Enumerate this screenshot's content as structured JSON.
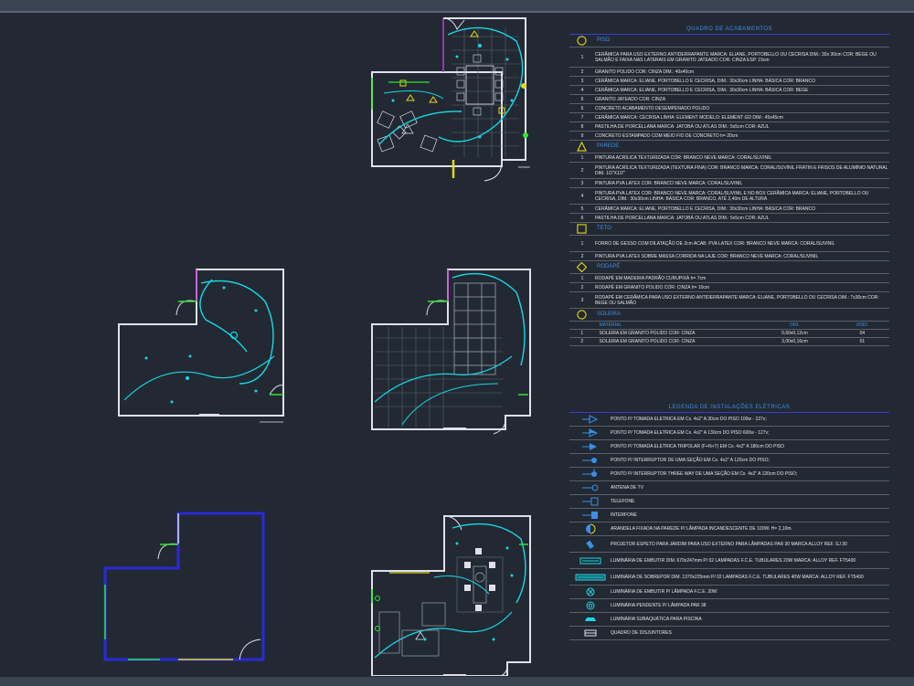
{
  "legend_materials": {
    "title": "QUADRO DE ACABAMENTOS",
    "piso": {
      "label": "PISO",
      "items": [
        {
          "n": "1",
          "text": "CERÂMICA PARA USO EXTERNO ANTIDERRAPANTE MARCA: ELIANE, PORTOBELLO OU CECRISA DIM.: 30x 30cm COR: BEGE OU SALMÃO E FAIXA NAS LATERAIS EM GRANITO JATEADO COR: CINZA ESP. 15cm"
        },
        {
          "n": "2",
          "text": "GRANITO POLIDO COR: CINZA DIM.: 40x40cm"
        },
        {
          "n": "3",
          "text": "CERÂMICA MARCA: ELIANE, PORTOBELLO E CECRISA, DIM.: 30x30cm LINHA: BÁSICA COR: BRANCO"
        },
        {
          "n": "4",
          "text": "CERÂMICA MARCA: ELIANE, PORTOBELLO E CECRISA, DIM.: 30x30cm LINHA: BÁSICA COR: BEGE"
        },
        {
          "n": "5",
          "text": "GRANITO JATEADO COR: CINZA"
        },
        {
          "n": "6",
          "text": "CONCRETO ACABAMENTO DESEMPENADO POLIDO"
        },
        {
          "n": "7",
          "text": "CERÂMICA MARCA: CECRISA LINHA: ELEMENT MODELO: ELEMENT GD DIM.: 45x45cm"
        },
        {
          "n": "8",
          "text": "PASTILHA DE PORCELLANA MARCA: JATOBÁ OU ATLAS DIM.: 5x5cm COR: AZUL"
        },
        {
          "n": "9",
          "text": "CONCRETO ESTAMPADO COM MEIO FIO DE CONCRETO h= 20cm"
        }
      ]
    },
    "parede": {
      "label": "PAREDE",
      "items": [
        {
          "n": "1",
          "text": "PINTURA ACRÍLICA TEXTURIZADA COR: BRANCO NEVE MARCA: CORAL/SUVINIL"
        },
        {
          "n": "2",
          "text": "PINTURA ACRÍLICA TEXTURIZADA (TEXTURA FINA) COR: BRANCO MARCA: CORAL/SUVINIL FRATIN E FRISOS DE ALUMÍNIO NATURAL DIM. 1/2\"X1/2\""
        },
        {
          "n": "3",
          "text": "PINTURA PVA LATEX COR: BRANCO NEVE MARCA: CORAL/SUVINIL"
        },
        {
          "n": "4",
          "text": "PINTURA PVA LATEX COR: BRANCO NEVE MARCA: CORAL/SUVINIL E NO BOX CERÂMICA MARCA: ELIANE, PORTOBELLO OU CECRISA, DIM.: 30x30cm LINHA: BÁSICA COR: BRANCO, ATÉ 2,40m DE ALTURA"
        },
        {
          "n": "5",
          "text": "CERÂMICA MARCA: ELIANE, PORTOBELLO E CECRISA, DIM.: 30x30cm LINHA: BÁSICA COR: BRANCO"
        },
        {
          "n": "6",
          "text": "PASTILHA DE PORCELLANA MARCA: JATOBÁ OU ATLAS DIM.: 5x5cm COR: AZUL"
        }
      ]
    },
    "teto": {
      "label": "TETO",
      "items": [
        {
          "n": "1",
          "text": "FORRO DE GESSO COM DILATAÇÃO DE 2cm ACAB. PVA LATEX COR: BRANCO NEVE MARCA: CORAL/SUVINIL"
        },
        {
          "n": "2",
          "text": "PINTURA PVA LATEX SOBRE MASSA CORRIDA NA LAJE COR: BRANCO NEVE MARCA: CORAL/SUVINIL"
        }
      ]
    },
    "rodape": {
      "label": "RODAPÉ",
      "items": [
        {
          "n": "1",
          "text": "RODAPÉ EM MADEIRA PADRÃO CURUPIXÁ h= 7cm"
        },
        {
          "n": "2",
          "text": "RODAPÉ EM GRANITO POLIDO COR: CINZA h= 10cm"
        },
        {
          "n": "3",
          "text": "RODAPÉ EM CERÂMICA PARA USO EXTERNO ANTIDERRAPANTE MARCA: ELIANE, PORTOBELLO OU CECRISA DIM.: 7x30cm COR: BEGE OU SALMÃO"
        }
      ]
    },
    "soleira": {
      "label": "SOLEIRA",
      "headers": [
        "",
        "MATERIAL",
        "DIM.",
        "UNID."
      ],
      "rows": [
        {
          "n": "1",
          "material": "SOLEIRA EM GRANITO POLIDO COR: CINZA",
          "dim": "0,60x0,12cm",
          "unid": "04"
        },
        {
          "n": "2",
          "material": "SOLEIRA EM GRANITO POLIDO COR: CINZA",
          "dim": "3,00x0,16cm",
          "unid": "01"
        }
      ]
    }
  },
  "legend_electrical": {
    "title": "LEGENDA DE INSTALAÇÕES ELÉTRICAS",
    "items": [
      {
        "icon": "outlet-low-icon",
        "text": "PONTO P/ TOMADA ELETRICA EM Cx. 4x2\" A 30cm DO PISO 100w - 127v;"
      },
      {
        "icon": "outlet-mid-icon",
        "text": "PONTO P/ TOMADA ELETRICA EM Cx. 4x2\" A 130cm DO PISO 600w - 127v;"
      },
      {
        "icon": "outlet-triphase-icon",
        "text": "PONTO P/ TOMADA ELETRICA TRIPOLAR (F+N+T) EM Cx. 4x2\" A 180cm DO PISO"
      },
      {
        "icon": "switch-single-icon",
        "text": "PONTO P/ INTERRUPTOR DE UMA SEÇÃO EM Cx. 4x2\" A 120cm DO PISO;"
      },
      {
        "icon": "switch-three-way-icon",
        "text": "PONTO P/ INTERRUPTOR THREE WAY DE UMA SEÇÃO EM Cx. 4x2\" A 120cm DO PISO;"
      },
      {
        "icon": "tv-antenna-icon",
        "text": "ANTENA DE TV"
      },
      {
        "icon": "telephone-icon",
        "text": "TELEFONE"
      },
      {
        "icon": "intercom-icon",
        "text": "INTERFONE"
      },
      {
        "icon": "wall-sconce-icon",
        "text": "ARANDELA FIXADA NA PAREDE P/ LÂMPADA INCANDESCENTE DE 100W. H= 2,10m."
      },
      {
        "icon": "garden-spotlight-icon",
        "text": "PROJETOR ESPETO PARA JARDIM PARA USO EXTERNO PARA LÂMPADAS PAR 30 MARCA ALLOY REF. SJ 30"
      },
      {
        "icon": "recessed-luminaire-icon",
        "text": "LUMINÁRIA DE EMBUTIR DIM. 670x247mm P/ 02 LAMPADAS F.C.E. TUBULARES 20W MARCA: ALLOY REF. FT5400"
      },
      {
        "icon": "surface-luminaire-icon",
        "text": "LUMINÁRIA DE SOBREPOR DIM. 1370x225mm P/ 02 LAMPADAS F.C.E. TUBULARES 40W MARCA: ALLOY REF. FT5400"
      },
      {
        "icon": "recessed-lamp-icon",
        "text": "LUMINÁRIA DE EMBUTIR P/ LÂMPADA F.C.E. 20W"
      },
      {
        "icon": "pendant-lamp-icon",
        "text": "LUMINÁRIA PENDENTE P/ LÂMPADA PAR 38"
      },
      {
        "icon": "pool-light-icon",
        "text": "LUMINÁRIA SUBAQUÁTICA PARA PISCINA"
      },
      {
        "icon": "breaker-panel-icon",
        "text": "QUADRO DE DISJUNTORES"
      }
    ]
  },
  "colors": {
    "background": "#222933",
    "accent_blue": "#3b8fe8",
    "wall_white": "#d9d9e6",
    "wall_blue": "#2a2ad8",
    "cyan": "#1ad6e6",
    "yellow": "#e6d81a",
    "green": "#2ee62e",
    "magenta": "#c33bd6"
  }
}
